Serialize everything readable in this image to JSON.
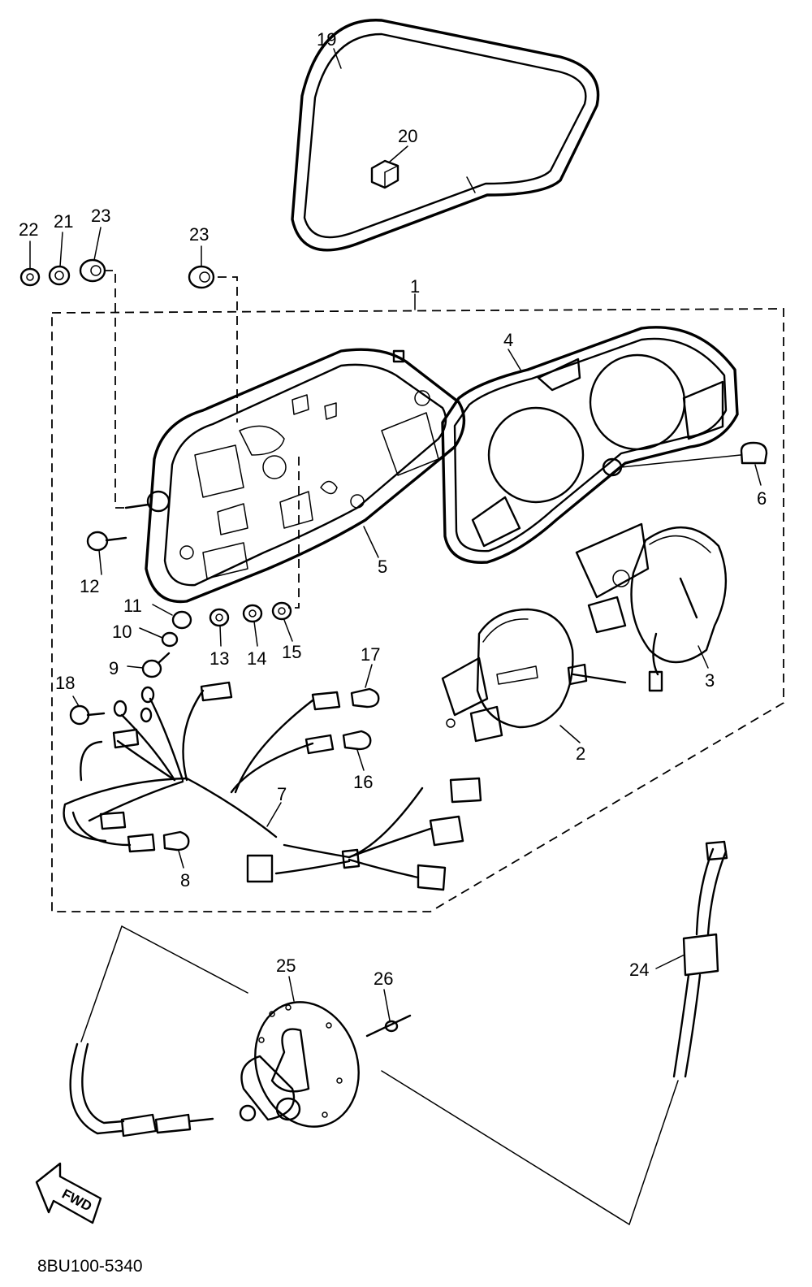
{
  "diagram_code": "8BU100-5340",
  "direction_label": "FWD",
  "callouts": {
    "c1": "1",
    "c2": "2",
    "c3": "3",
    "c4": "4",
    "c5": "5",
    "c6": "6",
    "c7": "7",
    "c8": "8",
    "c9": "9",
    "c10": "10",
    "c11": "11",
    "c12": "12",
    "c13": "13",
    "c14": "14",
    "c15": "15",
    "c16": "16",
    "c17": "17",
    "c18": "18",
    "c19": "19",
    "c20": "20",
    "c21": "21",
    "c22": "22",
    "c23a": "23",
    "c23b": "23",
    "c24": "24",
    "c25": "25",
    "c26": "26"
  }
}
